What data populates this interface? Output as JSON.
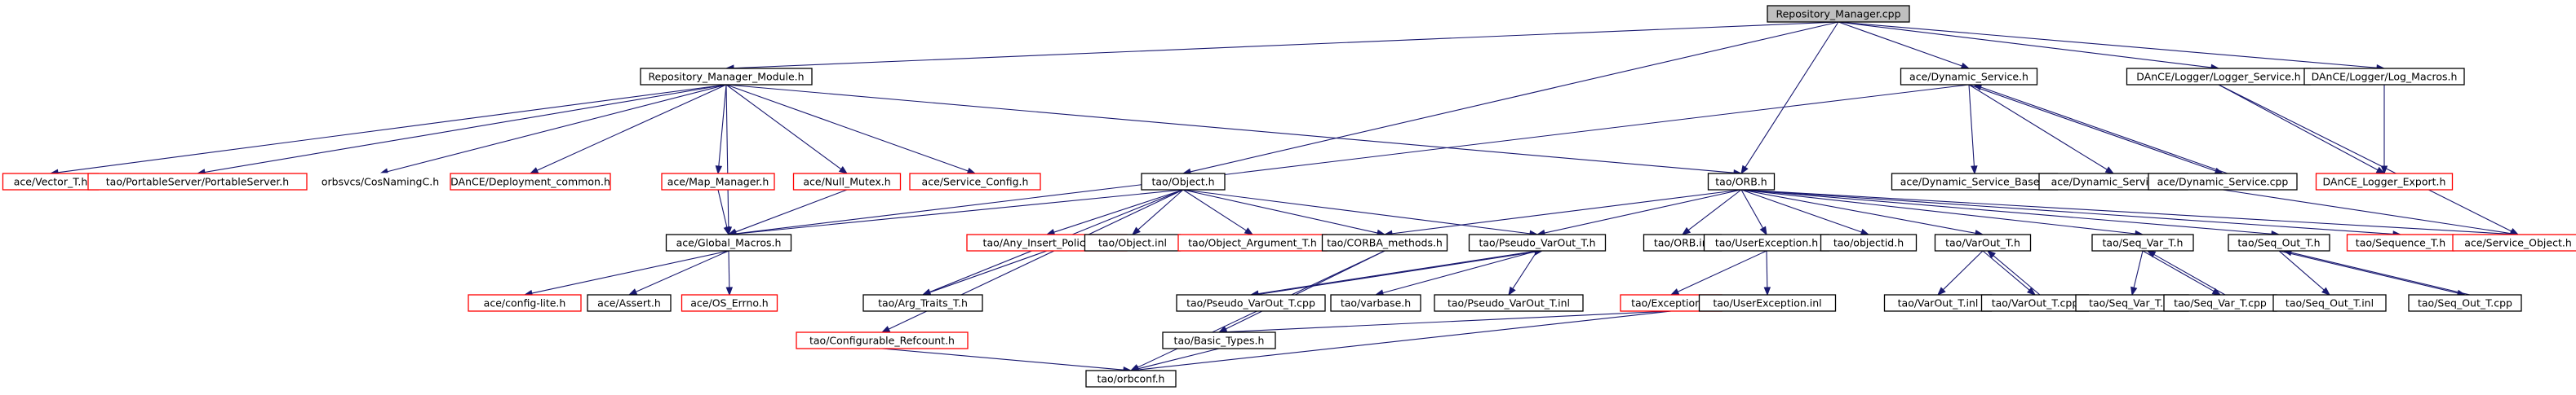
{
  "diagram": {
    "type": "include-dependency-graph",
    "colors": {
      "root_fill": "#bfbfbf",
      "documented_border": "#000000",
      "undocumented_border": "#ff0000",
      "edge": "#191970",
      "text": "#000000"
    },
    "nodes": [
      {
        "id": "root",
        "label": "Repository_Manager.cpp",
        "style": "root"
      },
      {
        "id": "rmm",
        "label": "Repository_Manager_Module.h",
        "style": "documented"
      },
      {
        "id": "dynsvc",
        "label": "ace/Dynamic_Service.h",
        "style": "documented"
      },
      {
        "id": "logsvc",
        "label": "DAnCE/Logger/Logger_Service.h",
        "style": "documented"
      },
      {
        "id": "logmacros",
        "label": "DAnCE/Logger/Log_Macros.h",
        "style": "documented"
      },
      {
        "id": "vector",
        "label": "ace/Vector_T.h",
        "style": "missing"
      },
      {
        "id": "pserver",
        "label": "tao/PortableServer/PortableServer.h",
        "style": "missing"
      },
      {
        "id": "cosnaming",
        "label": "orbsvcs/CosNamingC.h",
        "style": "plain"
      },
      {
        "id": "depcommon",
        "label": "DAnCE/Deployment_common.h",
        "style": "missing"
      },
      {
        "id": "mapmgr",
        "label": "ace/Map_Manager.h",
        "style": "missing"
      },
      {
        "id": "nullmutex",
        "label": "ace/Null_Mutex.h",
        "style": "missing"
      },
      {
        "id": "svcconfig",
        "label": "ace/Service_Config.h",
        "style": "missing"
      },
      {
        "id": "object",
        "label": "tao/Object.h",
        "style": "documented"
      },
      {
        "id": "orb",
        "label": "tao/ORB.h",
        "style": "documented"
      },
      {
        "id": "dynsvcbase",
        "label": "ace/Dynamic_Service_Base.h",
        "style": "documented"
      },
      {
        "id": "dynsvcinl",
        "label": "ace/Dynamic_Service.inl",
        "style": "documented"
      },
      {
        "id": "dynsvccpp",
        "label": "ace/Dynamic_Service.cpp",
        "style": "documented"
      },
      {
        "id": "logexport",
        "label": "DAnCE_Logger_Export.h",
        "style": "missing"
      },
      {
        "id": "globalmacros",
        "label": "ace/Global_Macros.h",
        "style": "documented"
      },
      {
        "id": "anyinsert",
        "label": "tao/Any_Insert_Policy_T.h",
        "style": "missing"
      },
      {
        "id": "objectinl",
        "label": "tao/Object.inl",
        "style": "documented"
      },
      {
        "id": "objarg",
        "label": "tao/Object_Argument_T.h",
        "style": "missing"
      },
      {
        "id": "corbamethods",
        "label": "tao/CORBA_methods.h",
        "style": "documented"
      },
      {
        "id": "pseudovarout",
        "label": "tao/Pseudo_VarOut_T.h",
        "style": "documented"
      },
      {
        "id": "orbinl",
        "label": "tao/ORB.inl",
        "style": "documented"
      },
      {
        "id": "userexc",
        "label": "tao/UserException.h",
        "style": "documented"
      },
      {
        "id": "objectid",
        "label": "tao/objectid.h",
        "style": "documented"
      },
      {
        "id": "varout",
        "label": "tao/VarOut_T.h",
        "style": "documented"
      },
      {
        "id": "seqvar",
        "label": "tao/Seq_Var_T.h",
        "style": "documented"
      },
      {
        "id": "seqout",
        "label": "tao/Seq_Out_T.h",
        "style": "documented"
      },
      {
        "id": "sequence",
        "label": "tao/Sequence_T.h",
        "style": "missing"
      },
      {
        "id": "svcobject",
        "label": "ace/Service_Object.h",
        "style": "missing"
      },
      {
        "id": "configlite",
        "label": "ace/config-lite.h",
        "style": "missing"
      },
      {
        "id": "assert",
        "label": "ace/Assert.h",
        "style": "documented"
      },
      {
        "id": "oserrno",
        "label": "ace/OS_Errno.h",
        "style": "missing"
      },
      {
        "id": "argtraits",
        "label": "tao/Arg_Traits_T.h",
        "style": "documented"
      },
      {
        "id": "pseudovaroutcpp",
        "label": "tao/Pseudo_VarOut_T.cpp",
        "style": "documented"
      },
      {
        "id": "varbase",
        "label": "tao/varbase.h",
        "style": "documented"
      },
      {
        "id": "pseudovaroutinl",
        "label": "tao/Pseudo_VarOut_T.inl",
        "style": "documented"
      },
      {
        "id": "exception",
        "label": "tao/Exception.h",
        "style": "missing"
      },
      {
        "id": "userexcinl",
        "label": "tao/UserException.inl",
        "style": "documented"
      },
      {
        "id": "varoutinl",
        "label": "tao/VarOut_T.inl",
        "style": "documented"
      },
      {
        "id": "varoutcpp",
        "label": "tao/VarOut_T.cpp",
        "style": "documented"
      },
      {
        "id": "seqvarinl",
        "label": "tao/Seq_Var_T.inl",
        "style": "documented"
      },
      {
        "id": "seqvarcpp",
        "label": "tao/Seq_Var_T.cpp",
        "style": "documented"
      },
      {
        "id": "seqoutinl",
        "label": "tao/Seq_Out_T.inl",
        "style": "documented"
      },
      {
        "id": "seqoutcpp",
        "label": "tao/Seq_Out_T.cpp",
        "style": "documented"
      },
      {
        "id": "confrefcount",
        "label": "tao/Configurable_Refcount.h",
        "style": "missing"
      },
      {
        "id": "basictypes",
        "label": "tao/Basic_Types.h",
        "style": "documented"
      },
      {
        "id": "orbconf",
        "label": "tao/orbconf.h",
        "style": "documented"
      }
    ],
    "edges": [
      [
        "root",
        "rmm"
      ],
      [
        "root",
        "dynsvc"
      ],
      [
        "root",
        "logsvc"
      ],
      [
        "root",
        "logmacros"
      ],
      [
        "root",
        "object"
      ],
      [
        "root",
        "orb"
      ],
      [
        "rmm",
        "vector"
      ],
      [
        "rmm",
        "pserver"
      ],
      [
        "rmm",
        "cosnaming"
      ],
      [
        "rmm",
        "depcommon"
      ],
      [
        "rmm",
        "mapmgr"
      ],
      [
        "rmm",
        "nullmutex"
      ],
      [
        "rmm",
        "svcconfig"
      ],
      [
        "rmm",
        "orb"
      ],
      [
        "rmm",
        "globalmacros"
      ],
      [
        "dynsvc",
        "dynsvcbase"
      ],
      [
        "dynsvc",
        "dynsvcinl"
      ],
      [
        "dynsvc",
        "dynsvccpp"
      ],
      [
        "dynsvc",
        "globalmacros"
      ],
      [
        "dynsvccpp",
        "dynsvc"
      ],
      [
        "dynsvccpp",
        "svcobject"
      ],
      [
        "logsvc",
        "logexport"
      ],
      [
        "logsvc",
        "svcobject"
      ],
      [
        "logmacros",
        "logexport"
      ],
      [
        "mapmgr",
        "globalmacros"
      ],
      [
        "nullmutex",
        "globalmacros"
      ],
      [
        "globalmacros",
        "configlite"
      ],
      [
        "globalmacros",
        "assert"
      ],
      [
        "globalmacros",
        "oserrno"
      ],
      [
        "object",
        "globalmacros"
      ],
      [
        "object",
        "anyinsert"
      ],
      [
        "object",
        "objectinl"
      ],
      [
        "object",
        "objarg"
      ],
      [
        "object",
        "corbamethods"
      ],
      [
        "object",
        "pseudovarout"
      ],
      [
        "object",
        "argtraits"
      ],
      [
        "object",
        "confrefcount"
      ],
      [
        "anyinsert",
        "argtraits"
      ],
      [
        "orb",
        "corbamethods"
      ],
      [
        "orb",
        "pseudovarout"
      ],
      [
        "orb",
        "orbinl"
      ],
      [
        "orb",
        "userexc"
      ],
      [
        "orb",
        "objectid"
      ],
      [
        "orb",
        "varout"
      ],
      [
        "orb",
        "seqvar"
      ],
      [
        "orb",
        "seqout"
      ],
      [
        "orb",
        "sequence"
      ],
      [
        "orb",
        "svcobject"
      ],
      [
        "corbamethods",
        "basictypes"
      ],
      [
        "corbamethods",
        "orbconf"
      ],
      [
        "pseudovarout",
        "pseudovaroutcpp"
      ],
      [
        "pseudovarout",
        "varbase"
      ],
      [
        "pseudovarout",
        "pseudovaroutinl"
      ],
      [
        "pseudovaroutcpp",
        "pseudovarout"
      ],
      [
        "userexc",
        "exception"
      ],
      [
        "userexc",
        "userexcinl"
      ],
      [
        "exception",
        "basictypes"
      ],
      [
        "exception",
        "orbconf"
      ],
      [
        "varout",
        "varoutinl"
      ],
      [
        "varout",
        "varoutcpp"
      ],
      [
        "varoutcpp",
        "varout"
      ],
      [
        "seqvar",
        "seqvarinl"
      ],
      [
        "seqvar",
        "seqvarcpp"
      ],
      [
        "seqvarcpp",
        "seqvar"
      ],
      [
        "seqout",
        "seqoutinl"
      ],
      [
        "seqout",
        "seqoutcpp"
      ],
      [
        "seqoutcpp",
        "seqout"
      ],
      [
        "confrefcount",
        "orbconf"
      ],
      [
        "basictypes",
        "orbconf"
      ]
    ]
  }
}
